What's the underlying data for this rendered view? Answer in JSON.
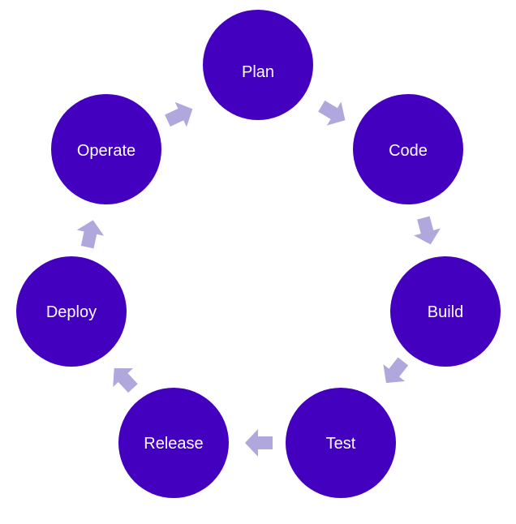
{
  "diagram": {
    "type": "cycle",
    "colors": {
      "stage_fill": "#4400bf",
      "label_text": "#ffffff",
      "arrow_fill": "#b0a8dc",
      "background": "#ffffff"
    },
    "stages": [
      {
        "id": "plan",
        "label": "Plan"
      },
      {
        "id": "code",
        "label": "Code"
      },
      {
        "id": "build",
        "label": "Build"
      },
      {
        "id": "test",
        "label": "Test"
      },
      {
        "id": "release",
        "label": "Release"
      },
      {
        "id": "deploy",
        "label": "Deploy"
      },
      {
        "id": "operate",
        "label": "Operate"
      }
    ],
    "arrows": [
      {
        "from": "plan",
        "to": "code"
      },
      {
        "from": "code",
        "to": "build"
      },
      {
        "from": "build",
        "to": "test"
      },
      {
        "from": "test",
        "to": "release"
      },
      {
        "from": "release",
        "to": "deploy"
      },
      {
        "from": "deploy",
        "to": "operate"
      },
      {
        "from": "operate",
        "to": "plan"
      }
    ]
  }
}
